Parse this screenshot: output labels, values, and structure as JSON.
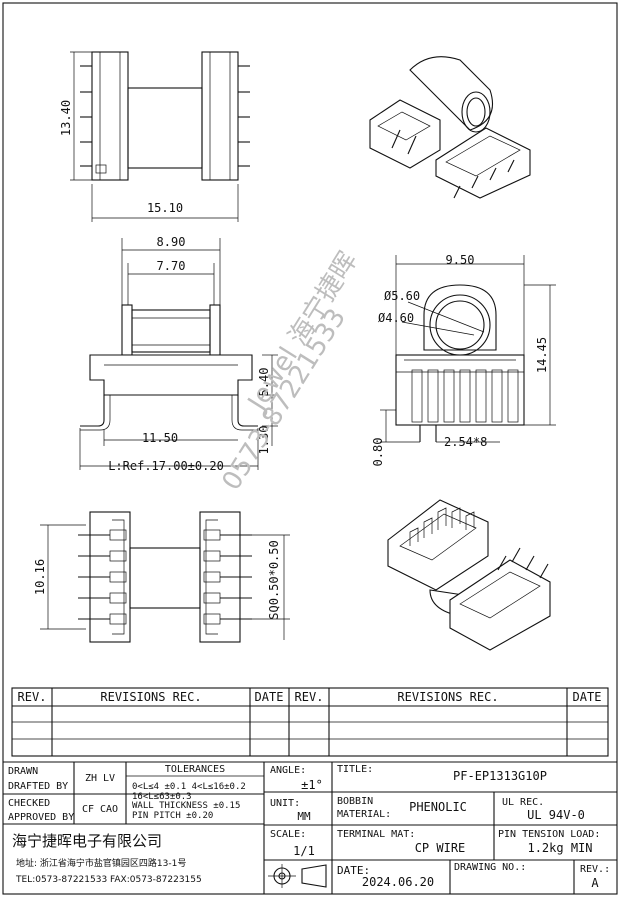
{
  "dimensions": {
    "height_13_40": "13.40",
    "width_15_10": "15.10",
    "w_8_90": "8.90",
    "w_7_70": "7.70",
    "w_11_50": "11.50",
    "l_ref": "L:Ref.17.00±0.20",
    "h_5_40": "5.40",
    "h_1_30": "1.30",
    "w_9_50": "9.50",
    "dia_5_60": "Ø5.60",
    "dia_4_60": "Ø4.60",
    "h_14_45": "14.45",
    "h_0_80": "0.80",
    "pitch": "2.54*8",
    "h_10_16": "10.16",
    "sq_pin": "SQ0.50*0.50"
  },
  "watermark": {
    "line1": "Jewel 海宁捷晖",
    "line2": "0573-87221533"
  },
  "revisions": {
    "rev_label_left": "REV.",
    "rec_label_left": "REVISIONS   REC.",
    "date_label_left": "DATE",
    "rev_label_right": "REV.",
    "rec_label_right": "REVISIONS   REC.",
    "date_label_right": "DATE"
  },
  "title_block": {
    "drawn_label": "DRAWN",
    "drafted_label": "DRAFTED BY",
    "drafted_by": "ZH LV",
    "checked_label": "CHECKED",
    "approved_label": "APPROVED BY",
    "approved_by": "CF CAO",
    "tolerances_label": "TOLERANCES",
    "tol_line1": "0<L≤4 ±0.1  4<L≤16±0.2",
    "tol_line2": "16<L≤63±0.3",
    "tol_line3": "WALL THICKNESS ±0.15",
    "tol_line4": "PIN PITCH ±0.20",
    "angle_label": "ANGLE:",
    "angle_value": "±1°",
    "unit_label": "UNIT:",
    "unit_value": "MM",
    "scale_label": "SCALE:",
    "scale_value": "1/1",
    "title_label": "TITLE:",
    "title_value": "PF-EP1313G10P",
    "bobbin_label": "BOBBIN",
    "material_label": "MATERIAL:",
    "material_value": "PHENOLIC",
    "ul_label": "UL REC.",
    "ul_value": "UL 94V-0",
    "terminal_label": "TERMINAL MAT:",
    "terminal_value": "CP WIRE",
    "pin_tension_label": "PIN TENSION LOAD:",
    "pin_tension_value": "1.2kg MIN",
    "date_label": "DATE:",
    "date_value": "2024.06.20",
    "drawing_no_label": "DRAWING NO.:",
    "rev_label": "REV.:",
    "rev_value": "A",
    "company": "海宁捷晖电子有限公司",
    "address": "地址: 浙江省海宁市盐官镇园区四路13-1号",
    "contact": "TEL:0573-87221533 FAX:0573-87223155"
  }
}
